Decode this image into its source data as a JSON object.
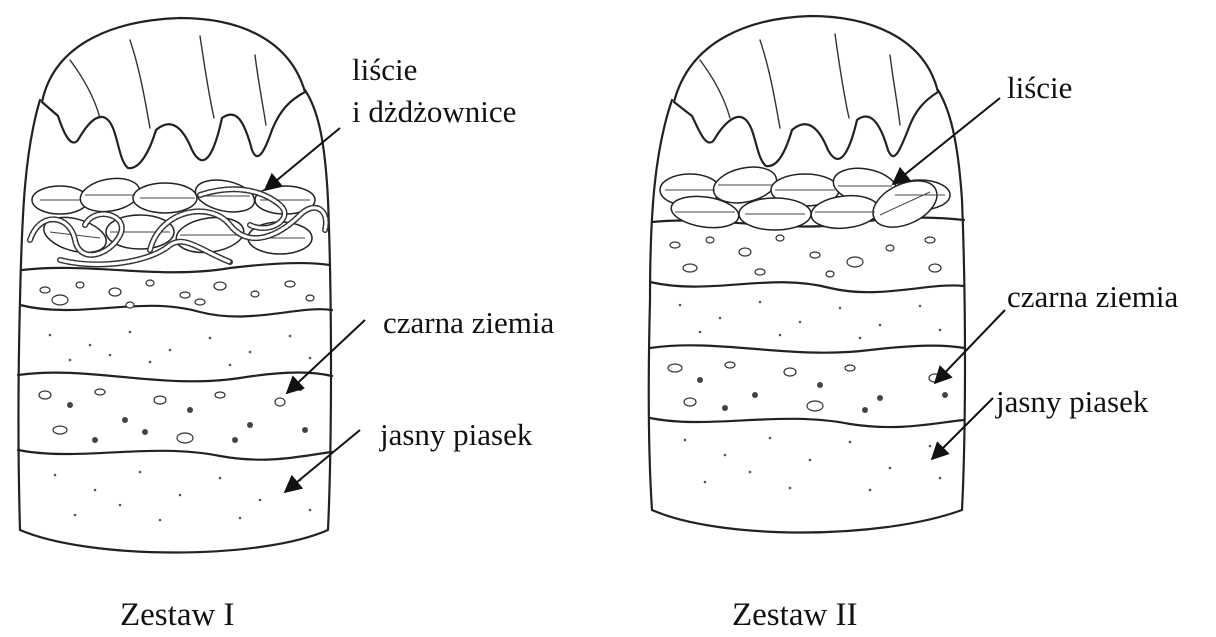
{
  "jar1": {
    "caption": "Zestaw I",
    "label_leaves_1": "liście",
    "label_leaves_2": "i dżdżownice",
    "label_soil": "czarna ziemia",
    "label_sand": "jasny piasek"
  },
  "jar2": {
    "caption": "Zestaw II",
    "label_leaves": "liście",
    "label_soil": "czarna ziemia",
    "label_sand": "jasny piasek"
  }
}
